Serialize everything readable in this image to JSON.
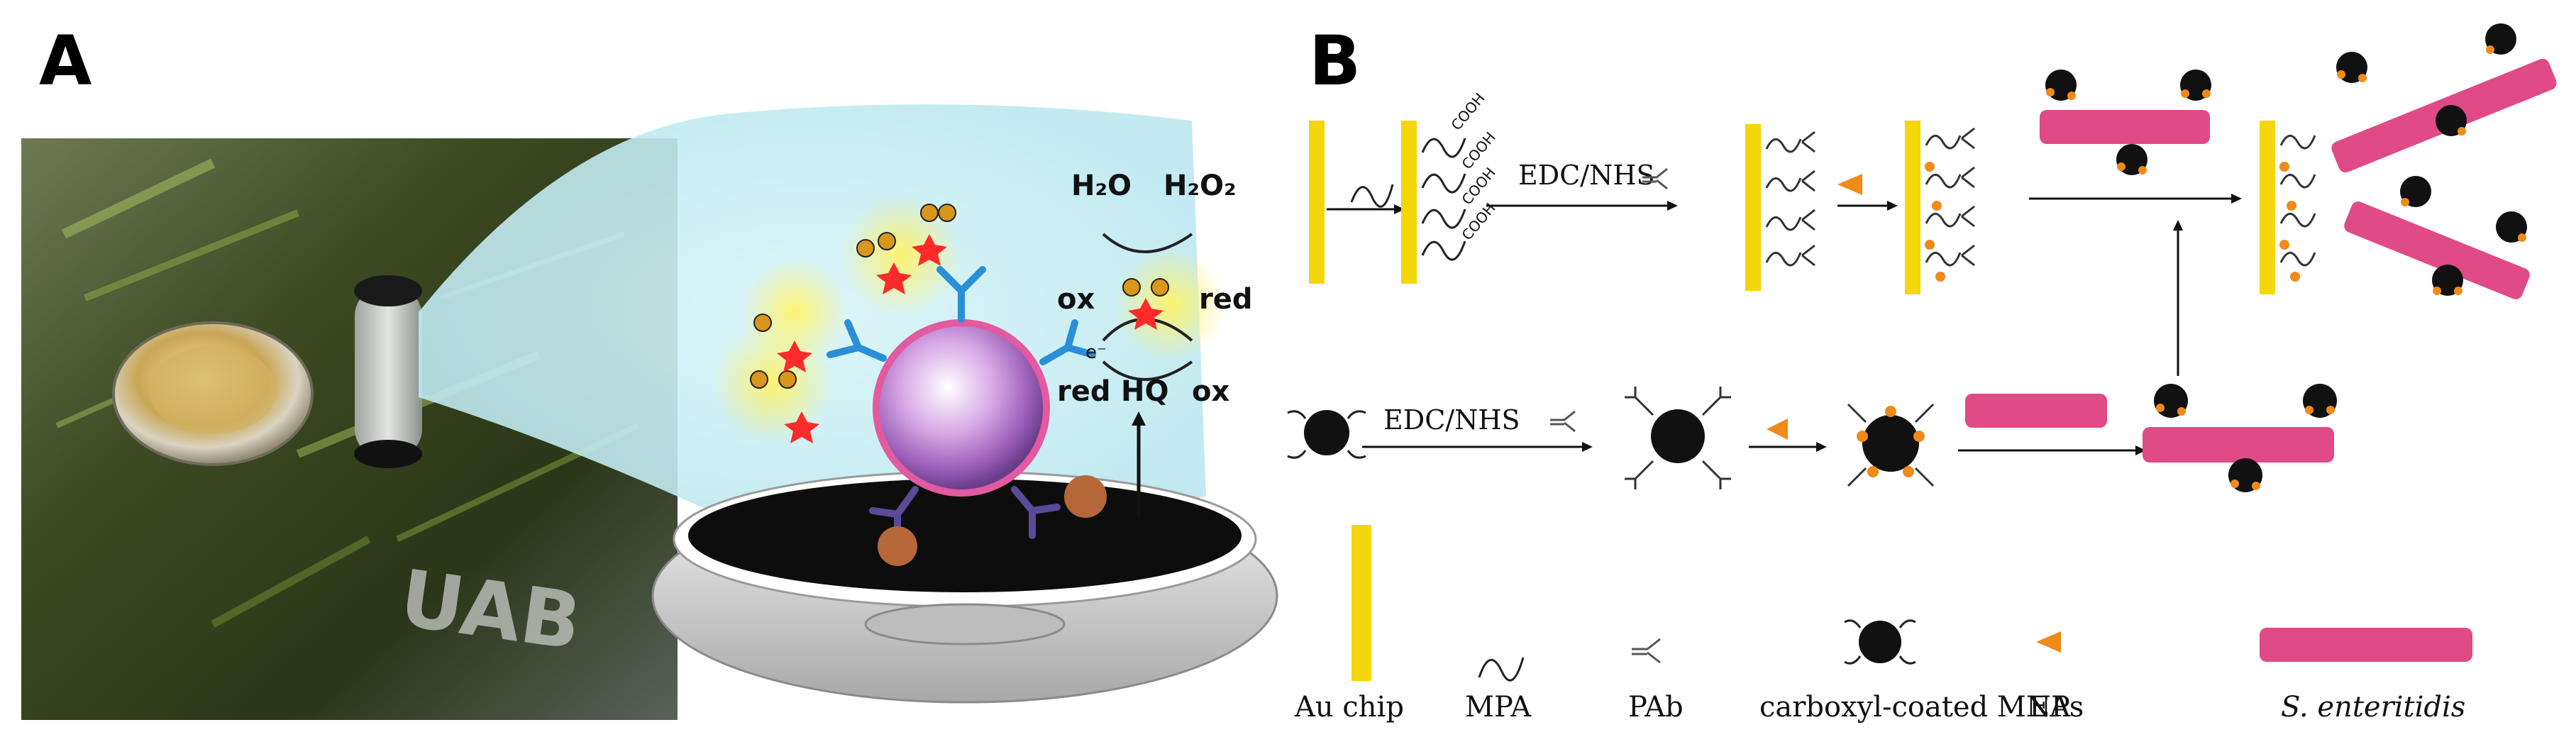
{
  "panels": {
    "a_label": "A",
    "b_label": "B"
  },
  "panel_a": {
    "logo_text": "UAB",
    "reaction": {
      "h2o": "H₂O",
      "h2o2": "H₂O₂",
      "ox_left": "ox",
      "red_right": "red",
      "red_left": "red",
      "hq": "HQ",
      "ox_right": "ox",
      "electron": "e⁻"
    }
  },
  "panel_b": {
    "cooh": "COOH",
    "top_reagent": "EDC/NHS",
    "bottom_reagent": "EDC/NHS",
    "legend": [
      {
        "key": "au_chip",
        "label": "Au chip"
      },
      {
        "key": "mpa",
        "label": "MPA"
      },
      {
        "key": "pab",
        "label": "PAb"
      },
      {
        "key": "mnp",
        "label": "carboxyl-coated MNPs"
      },
      {
        "key": "ea",
        "label": "EA"
      },
      {
        "key": "bacteria",
        "label": "S. enteritidis"
      }
    ]
  },
  "colors": {
    "gold": "#f5d60a",
    "pink": "#e04a86",
    "orange": "#f08a18",
    "mnp": "#111111",
    "green_bg": "#4a5a2a"
  }
}
